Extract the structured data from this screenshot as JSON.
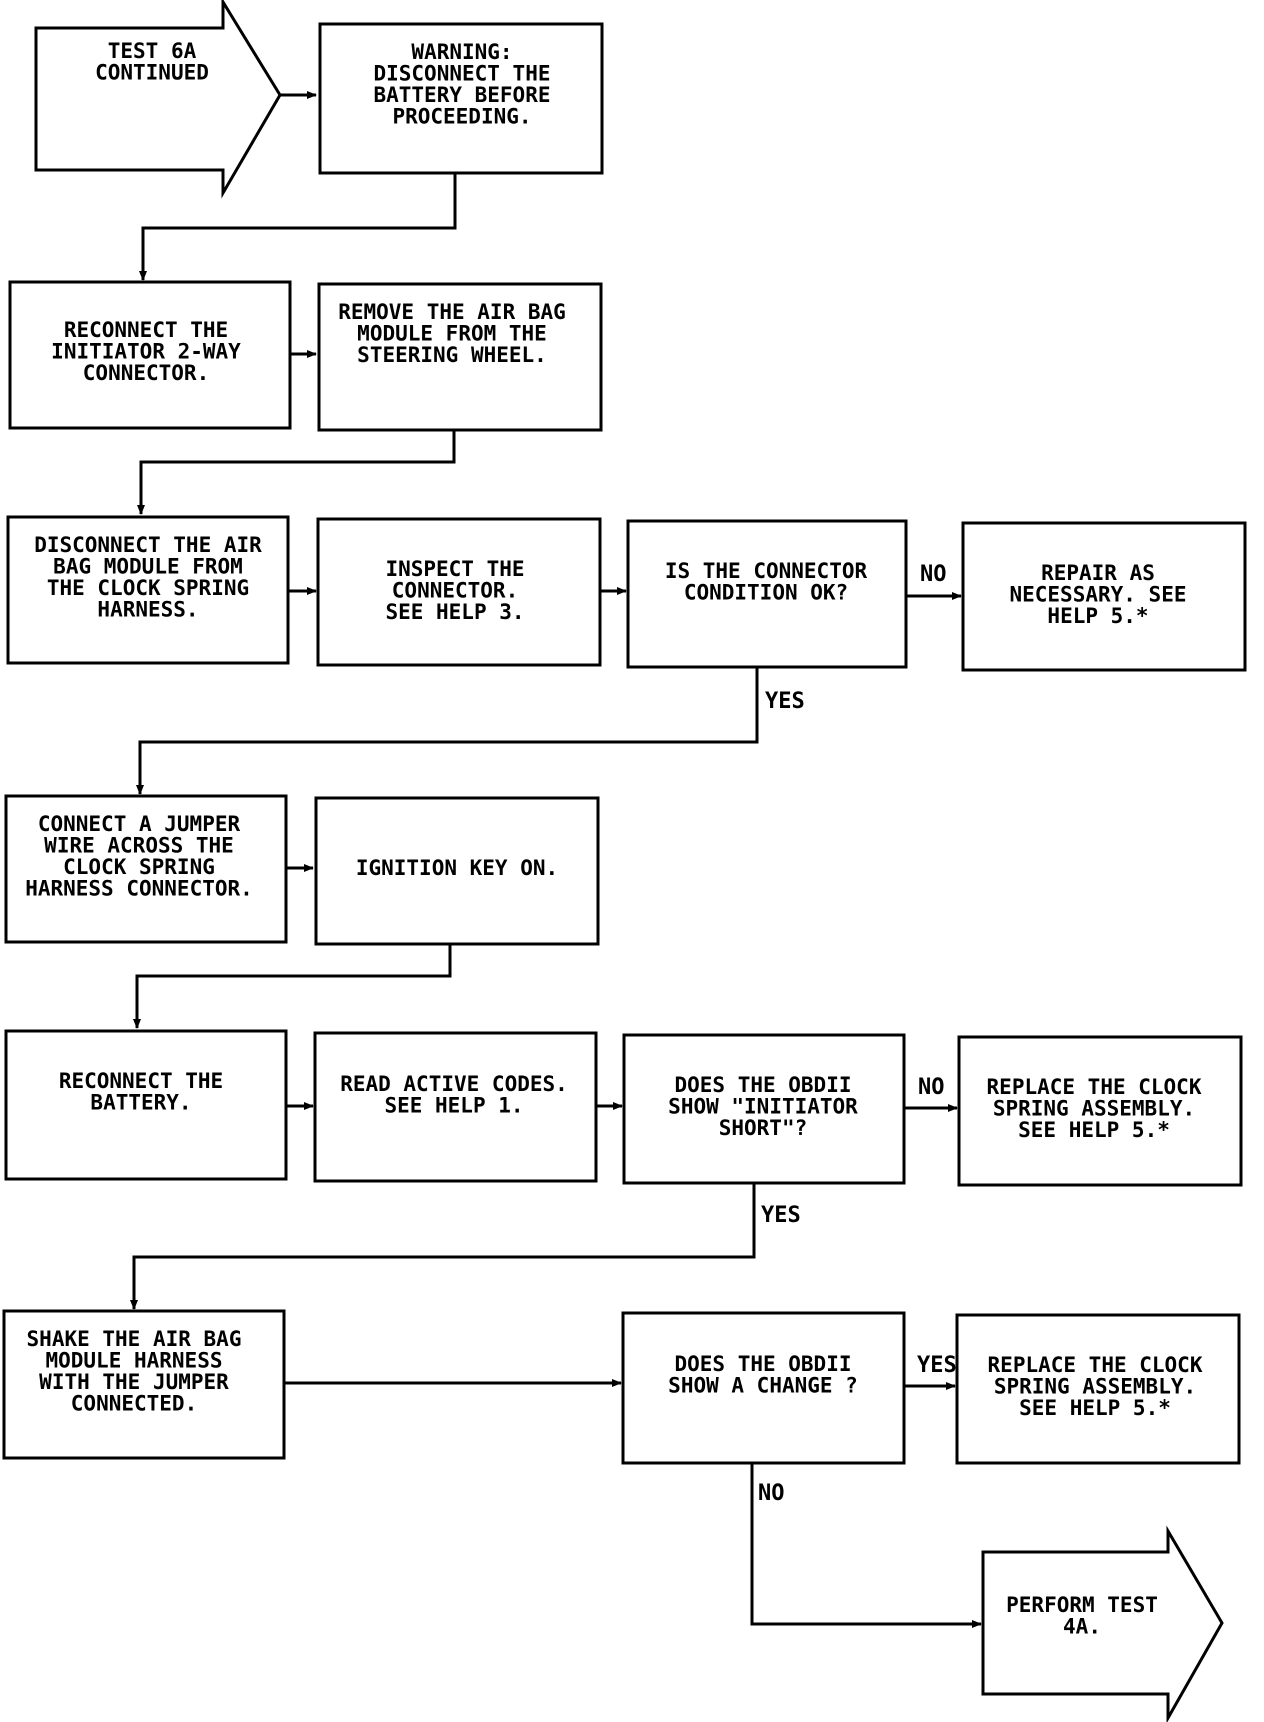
{
  "nodes": {
    "test6a": [
      "TEST 6A",
      "CONTINUED"
    ],
    "warning": [
      "WARNING:",
      "DISCONNECT THE",
      "BATTERY BEFORE",
      "PROCEEDING."
    ],
    "reconnect_initiator": [
      "RECONNECT THE",
      "INITIATOR 2-WAY",
      "CONNECTOR."
    ],
    "remove_airbag": [
      "REMOVE THE AIR BAG",
      "MODULE FROM THE",
      "STEERING WHEEL."
    ],
    "disconnect_airbag": [
      "DISCONNECT THE AIR",
      "BAG MODULE FROM",
      "THE CLOCK SPRING",
      "HARNESS."
    ],
    "inspect_connector": [
      "INSPECT THE",
      "CONNECTOR.",
      "SEE HELP 3."
    ],
    "connector_ok": [
      "IS THE CONNECTOR",
      "CONDITION OK?"
    ],
    "repair": [
      "REPAIR AS",
      "NECESSARY. SEE",
      "HELP 5.*"
    ],
    "connect_jumper": [
      "CONNECT A JUMPER",
      "WIRE ACROSS THE",
      "CLOCK SPRING",
      "HARNESS CONNECTOR."
    ],
    "ignition": [
      "IGNITION KEY ON."
    ],
    "reconnect_battery": [
      "RECONNECT THE",
      "BATTERY."
    ],
    "read_codes": [
      "READ ACTIVE CODES.",
      "SEE HELP 1."
    ],
    "obdii_short": [
      "DOES THE OBDII",
      "SHOW \"INITIATOR",
      "SHORT\"?"
    ],
    "replace_clock_1": [
      "REPLACE THE CLOCK",
      "SPRING ASSEMBLY.",
      "SEE HELP 5.*"
    ],
    "shake_harness": [
      "SHAKE THE AIR BAG",
      "MODULE HARNESS",
      "WITH THE JUMPER",
      "CONNECTED."
    ],
    "obdii_change": [
      "DOES THE OBDII",
      "SHOW A CHANGE ?"
    ],
    "replace_clock_2": [
      "REPLACE THE CLOCK",
      "SPRING ASSEMBLY.",
      "SEE HELP 5.*"
    ],
    "perform_4a": [
      "PERFORM TEST",
      "4A."
    ]
  },
  "labels": {
    "no_connector": "NO",
    "yes_connector": "YES",
    "no_short": "NO",
    "yes_short": "YES",
    "yes_change": "YES",
    "no_change": "NO"
  }
}
